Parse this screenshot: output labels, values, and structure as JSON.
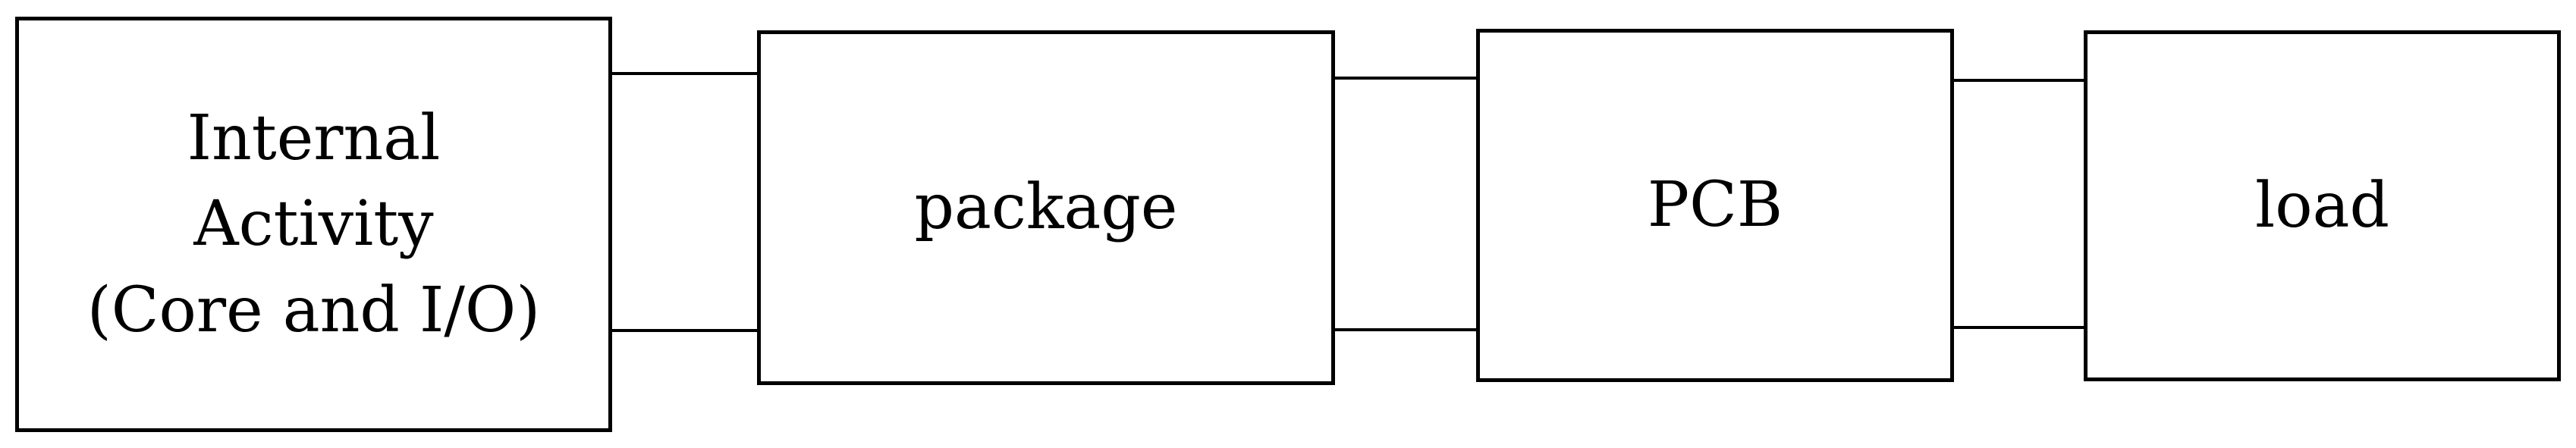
{
  "diagram": {
    "blocks": {
      "internal": {
        "lines": [
          "Internal",
          "Activity",
          "(Core and I/O)"
        ]
      },
      "package": {
        "label": "package"
      },
      "pcb": {
        "label": "PCB"
      },
      "load": {
        "label": "load"
      }
    },
    "colors": {
      "stroke": "#000000",
      "fill": "#ffffff",
      "text": "#000000"
    }
  }
}
